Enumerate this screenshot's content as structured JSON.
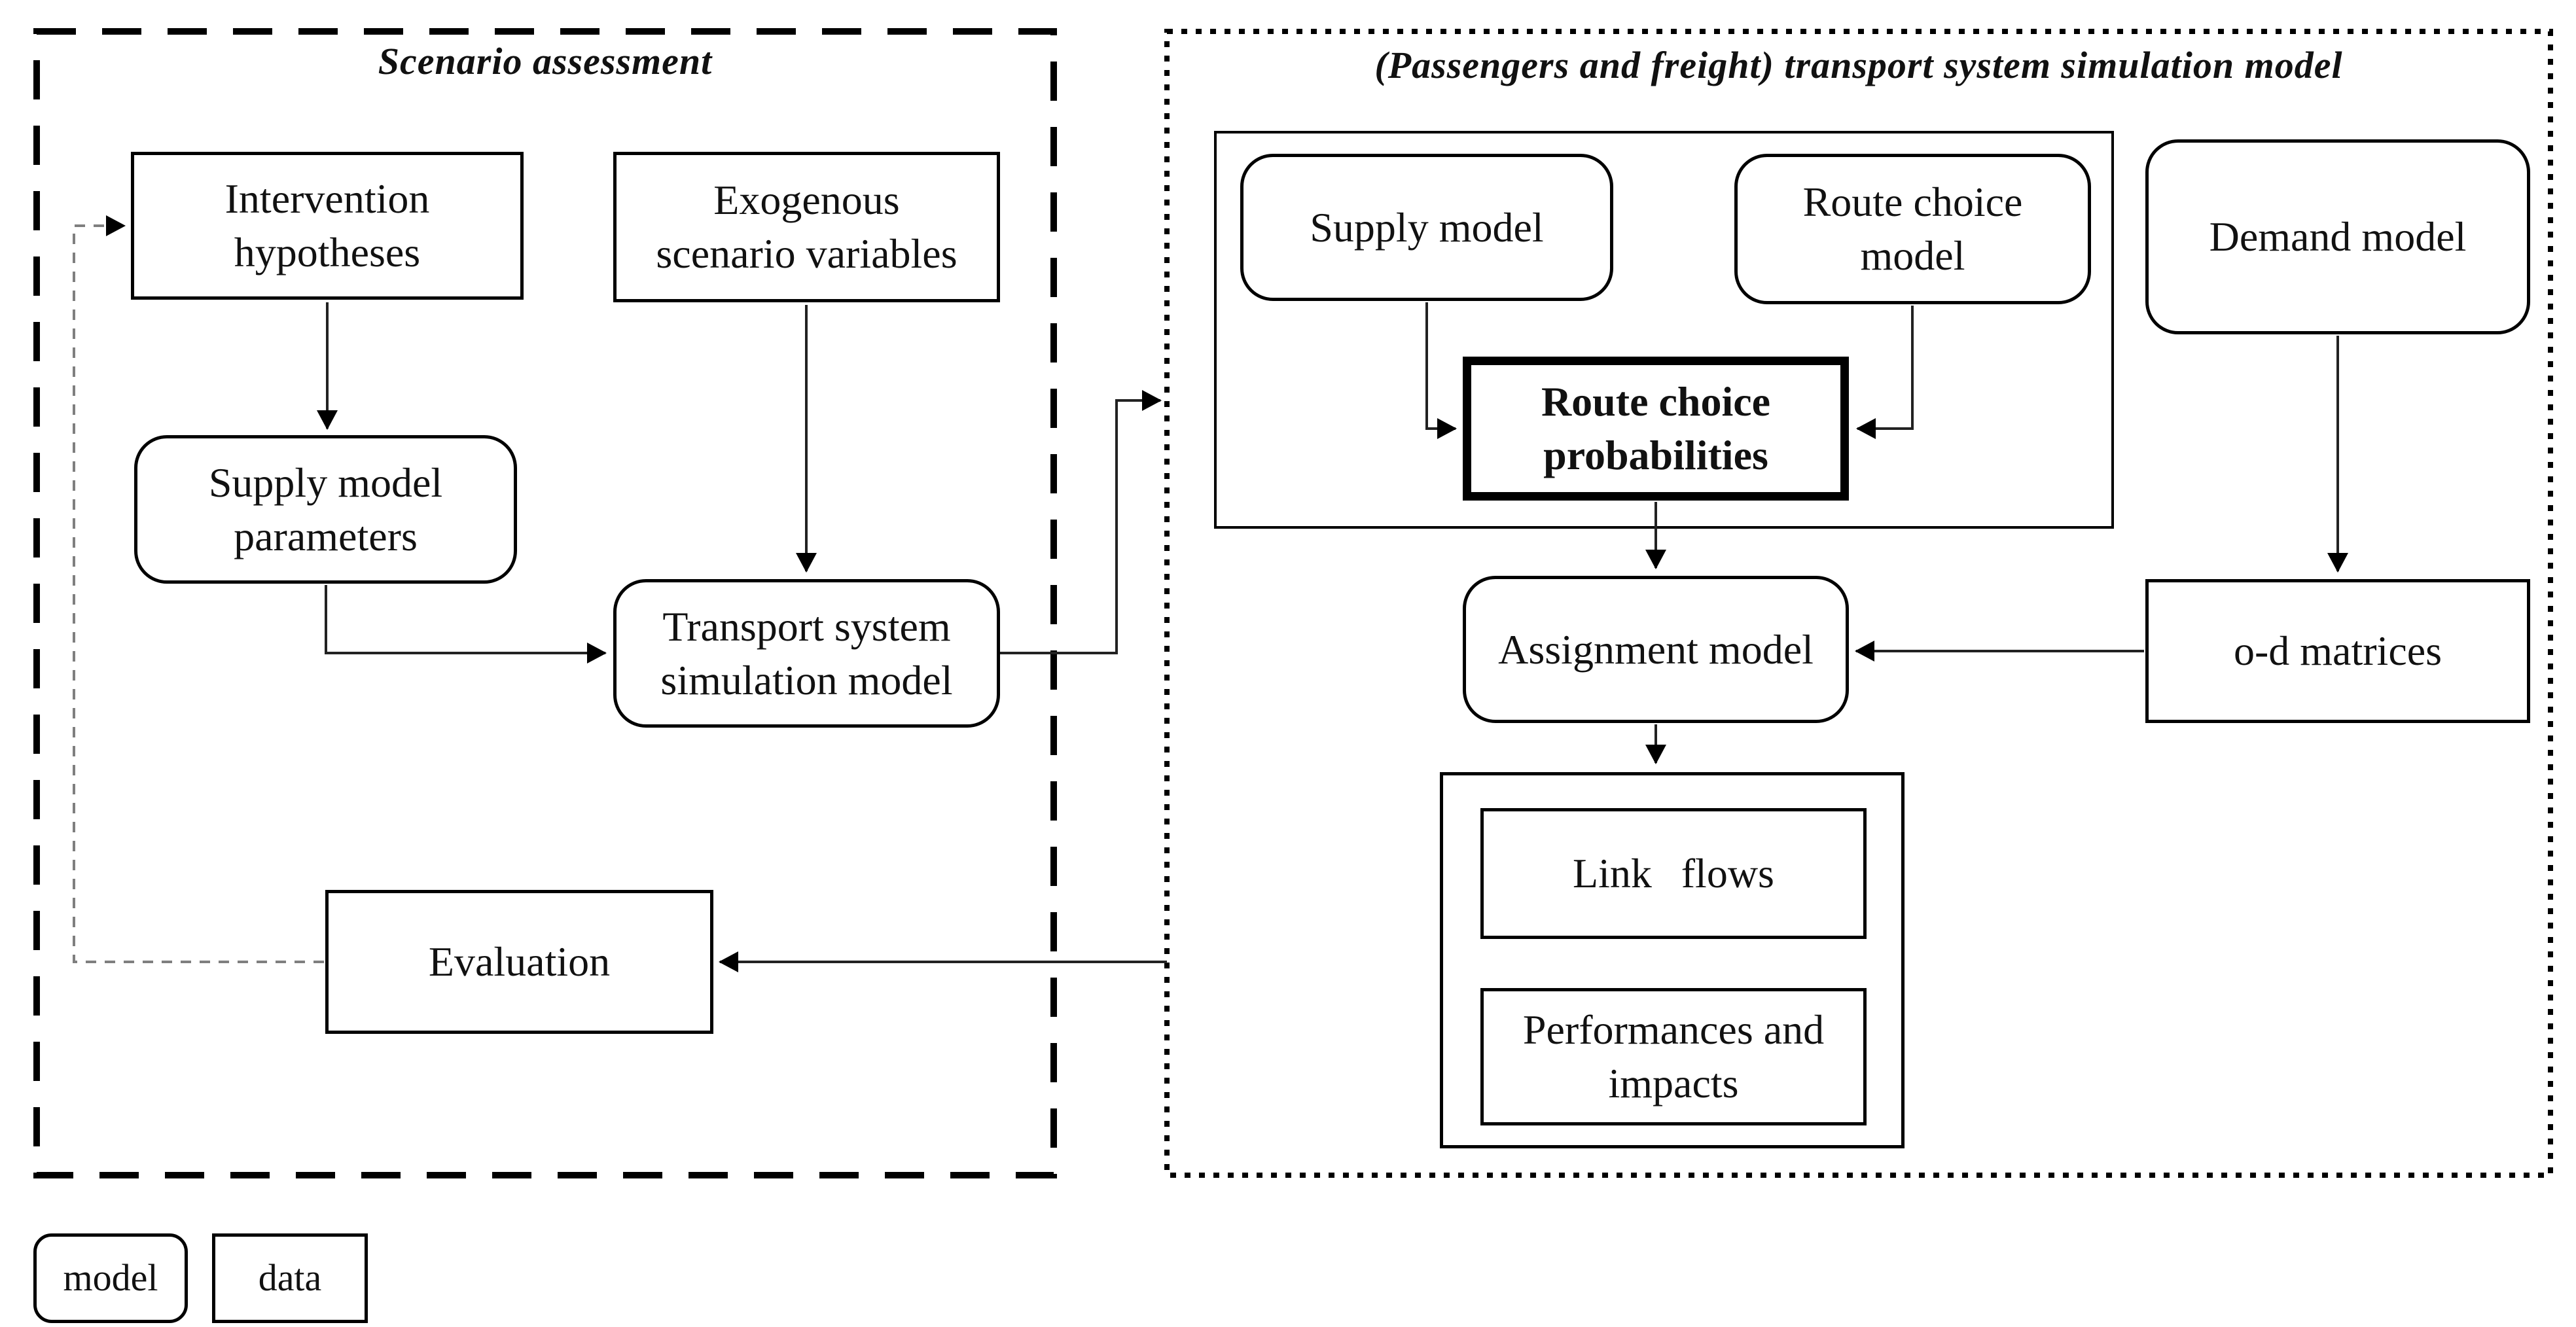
{
  "colors": {
    "background": "#ffffff",
    "ink": "#000000",
    "text": "#111111",
    "feedback_line": "#7f7f7f"
  },
  "scenario_panel": {
    "title": "Scenario assessment",
    "nodes": {
      "intervention": "Intervention\nhypotheses",
      "exogenous": "Exogenous\nscenario variables",
      "supply_parameters": "Supply model\nparameters",
      "simulation_model": "Transport system\nsimulation model",
      "evaluation": "Evaluation"
    }
  },
  "simulation_panel": {
    "title": "(Passengers and freight) transport system simulation model",
    "nodes": {
      "supply_model": "Supply model",
      "route_choice_model": "Route choice\nmodel",
      "route_choice_probabilities": "Route choice\nprobabilities",
      "demand_model": "Demand model",
      "assignment_model": "Assignment model",
      "od_matrices": "o-d matrices",
      "link_flows": "Link flows",
      "performances": "Performances and\nimpacts"
    }
  },
  "legend": {
    "model": "model",
    "data": "data"
  }
}
